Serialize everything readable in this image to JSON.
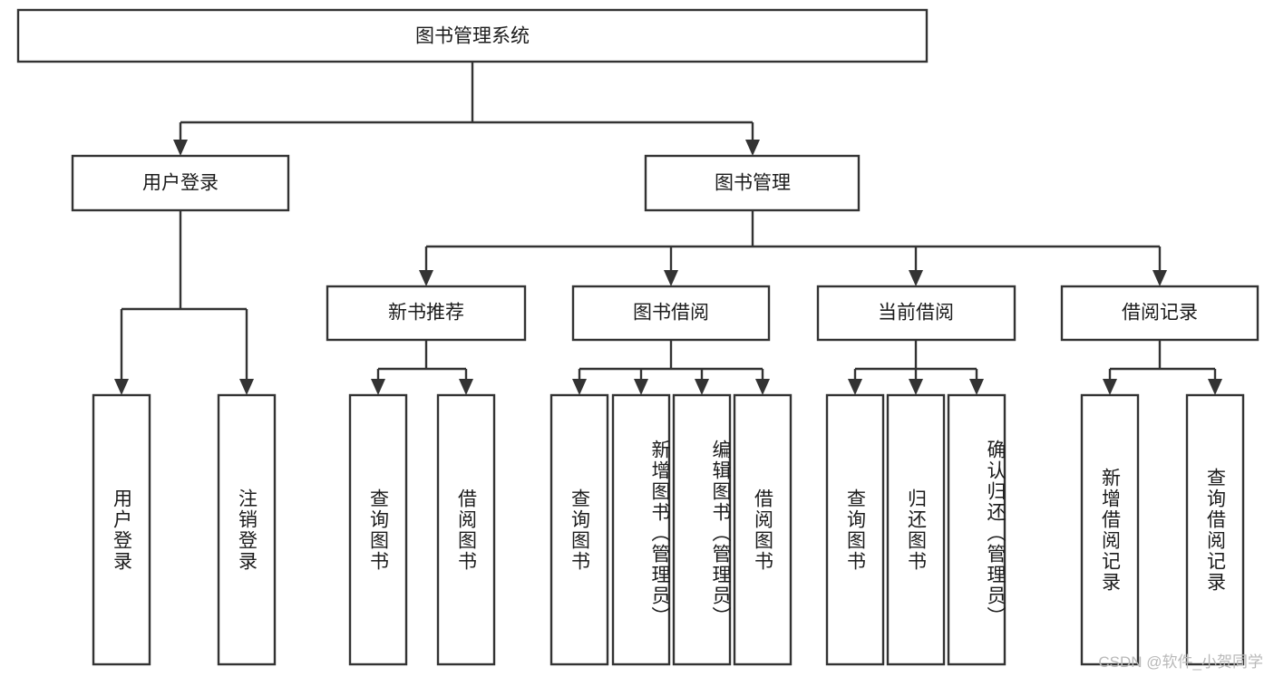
{
  "diagram": {
    "type": "tree",
    "title": "图书管理系统",
    "watermark": "CSDN @软件_小贺同学",
    "colors": {
      "stroke": "#333333",
      "fill": "#ffffff",
      "text": "#1b1b1b",
      "watermark": "#b9b9b9",
      "background": "#ffffff"
    },
    "nodes": {
      "root": {
        "label": "图书管理系统",
        "orientation": "horizontal"
      },
      "level2": [
        {
          "id": "user-login",
          "label": "用户登录",
          "orientation": "horizontal"
        },
        {
          "id": "book-management",
          "label": "图书管理",
          "orientation": "horizontal"
        }
      ],
      "level3": [
        {
          "id": "new-book-recommend",
          "label": "新书推荐",
          "orientation": "horizontal"
        },
        {
          "id": "book-borrow",
          "label": "图书借阅",
          "orientation": "horizontal"
        },
        {
          "id": "current-borrow",
          "label": "当前借阅",
          "orientation": "horizontal"
        },
        {
          "id": "borrow-record",
          "label": "借阅记录",
          "orientation": "horizontal"
        }
      ],
      "leaves": [
        {
          "id": "leaf-user-login",
          "label": "用户登录",
          "parent": "user-login",
          "orientation": "vertical"
        },
        {
          "id": "leaf-logout",
          "label": "注销登录",
          "parent": "user-login",
          "orientation": "vertical"
        },
        {
          "id": "leaf-query-book-1",
          "label": "查询图书",
          "parent": "new-book-recommend",
          "orientation": "vertical"
        },
        {
          "id": "leaf-borrow-book-1",
          "label": "借阅图书",
          "parent": "new-book-recommend",
          "orientation": "vertical"
        },
        {
          "id": "leaf-query-book-2",
          "label": "查询图书",
          "parent": "book-borrow",
          "orientation": "vertical"
        },
        {
          "id": "leaf-add-book",
          "label": "新增图书（管理员）",
          "parent": "book-borrow",
          "orientation": "vertical"
        },
        {
          "id": "leaf-edit-book",
          "label": "编辑图书（管理员）",
          "parent": "book-borrow",
          "orientation": "vertical"
        },
        {
          "id": "leaf-borrow-book-2",
          "label": "借阅图书",
          "parent": "book-borrow",
          "orientation": "vertical"
        },
        {
          "id": "leaf-query-book-3",
          "label": "查询图书",
          "parent": "current-borrow",
          "orientation": "vertical"
        },
        {
          "id": "leaf-return-book",
          "label": "归还图书",
          "parent": "current-borrow",
          "orientation": "vertical"
        },
        {
          "id": "leaf-confirm-return",
          "label": "确认归还（管理员）",
          "parent": "current-borrow",
          "orientation": "vertical"
        },
        {
          "id": "leaf-add-record",
          "label": "新增借阅记录",
          "parent": "borrow-record",
          "orientation": "vertical"
        },
        {
          "id": "leaf-query-record",
          "label": "查询借阅记录",
          "parent": "borrow-record",
          "orientation": "vertical"
        }
      ]
    }
  }
}
